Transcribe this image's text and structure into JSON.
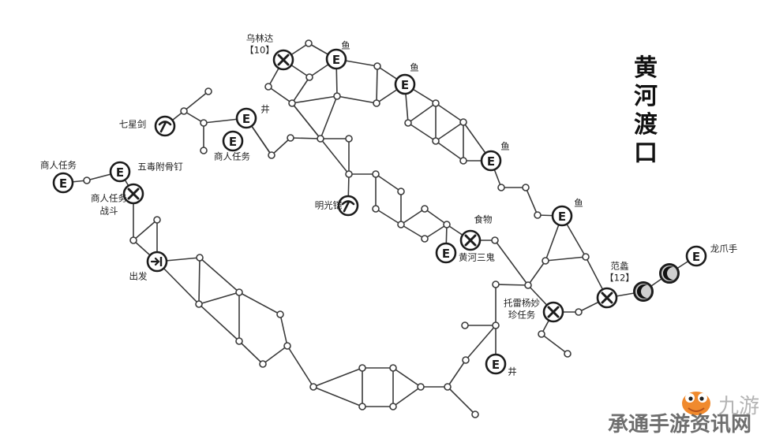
{
  "map": {
    "title": "黄河渡口",
    "labels": {
      "wulinda": "乌林达",
      "wulinda_level": "【10】",
      "fish1": "鱼",
      "fish2": "鱼",
      "fish3": "鱼",
      "fish4": "鱼",
      "qixingjian": "七星剑",
      "well1": "井",
      "merchant_quest1": "商人任务",
      "merchant_quest2": "商人任务",
      "wudu": "五毒附骨钉",
      "merchant_fight_1": "商人任务",
      "merchant_fight_2": "战斗",
      "mingguang": "明光铠",
      "food": "食物",
      "sangui": "黄河三鬼",
      "start": "出发",
      "fanli": "范蠡",
      "fanli_level": "【12】",
      "longzhao": "龙爪手",
      "tuolei_1": "托雷杨妙",
      "tuolei_2": "珍任务",
      "well2": "井"
    },
    "legend_icons": {
      "event": "E",
      "battle": "cross-circle-icon",
      "weapon": "pickaxe-icon",
      "entrance": "door-arrow-icon",
      "boss": "moon-icon"
    }
  },
  "watermark": {
    "brand": "九游",
    "site": "承通手游资讯网"
  },
  "colors": {
    "line": "#3a3a3a",
    "node": "#1c1c1c",
    "mascot": "#f08a2e"
  }
}
